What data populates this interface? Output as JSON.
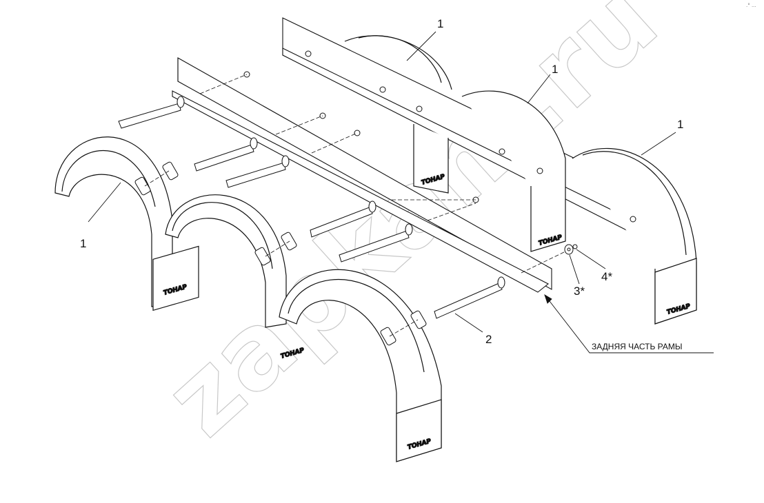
{
  "labels": {
    "fender_a": "1",
    "fender_b": "1",
    "fender_c": "1",
    "fender_d": "1",
    "rod": "2",
    "washer": "3*",
    "nut": "4*",
    "frame_rear": "ЗАДНЯЯ ЧАСТЬ РАМЫ"
  },
  "brand_marks": [
    "ТОНАР",
    "ТОНАР",
    "ТОНАР",
    "ТОНАР",
    "ТОНАР"
  ],
  "watermark": "zapkam.ru",
  "corner_marks": ".° ..."
}
